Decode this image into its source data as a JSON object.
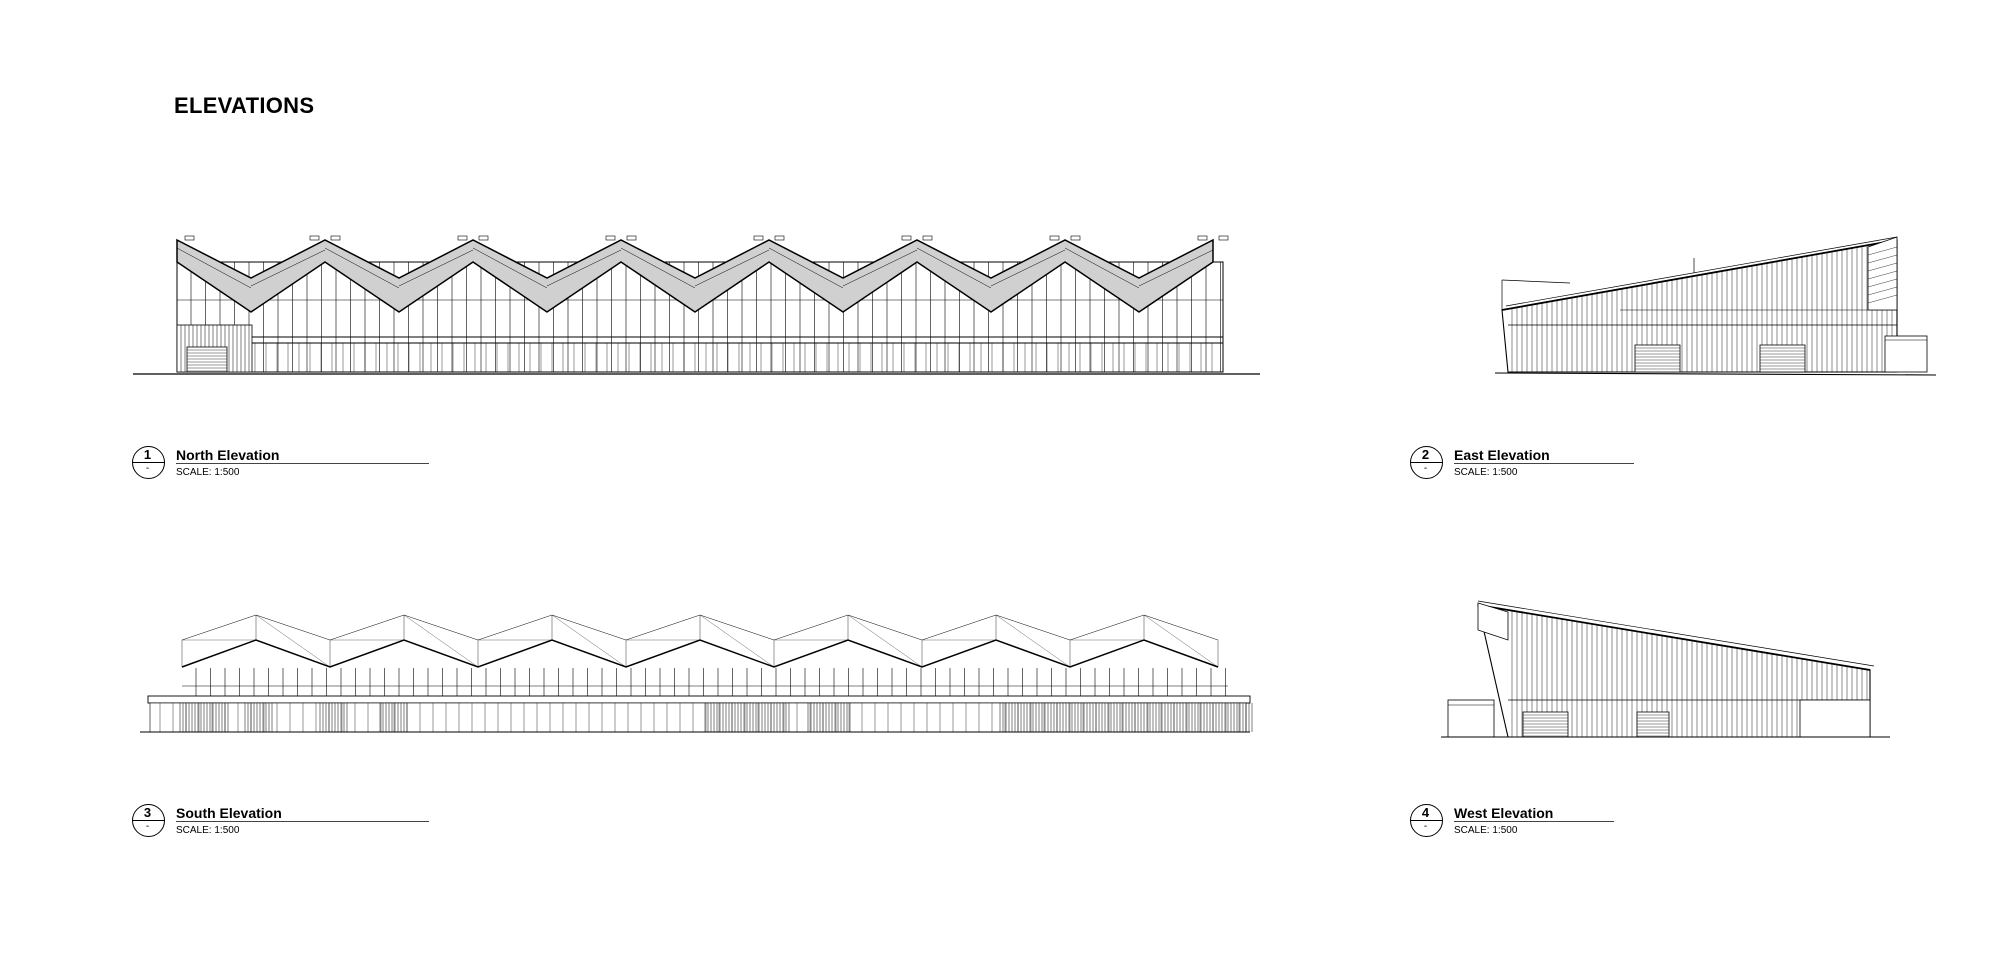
{
  "sheet": {
    "title": "ELEVATIONS"
  },
  "views": [
    {
      "number": "1",
      "sheet_ref": "-",
      "name": "North Elevation",
      "scale": "SCALE: 1:500"
    },
    {
      "number": "2",
      "sheet_ref": "-",
      "name": "East Elevation",
      "scale": "SCALE: 1:500"
    },
    {
      "number": "3",
      "sheet_ref": "-",
      "name": "South Elevation",
      "scale": "SCALE: 1:500"
    },
    {
      "number": "4",
      "sheet_ref": "-",
      "name": "West Elevation",
      "scale": "SCALE: 1:500"
    }
  ],
  "colors": {
    "line": "#000000",
    "roof_fill": "#d0d0d0",
    "glass_fill": "#e8e8e8"
  }
}
